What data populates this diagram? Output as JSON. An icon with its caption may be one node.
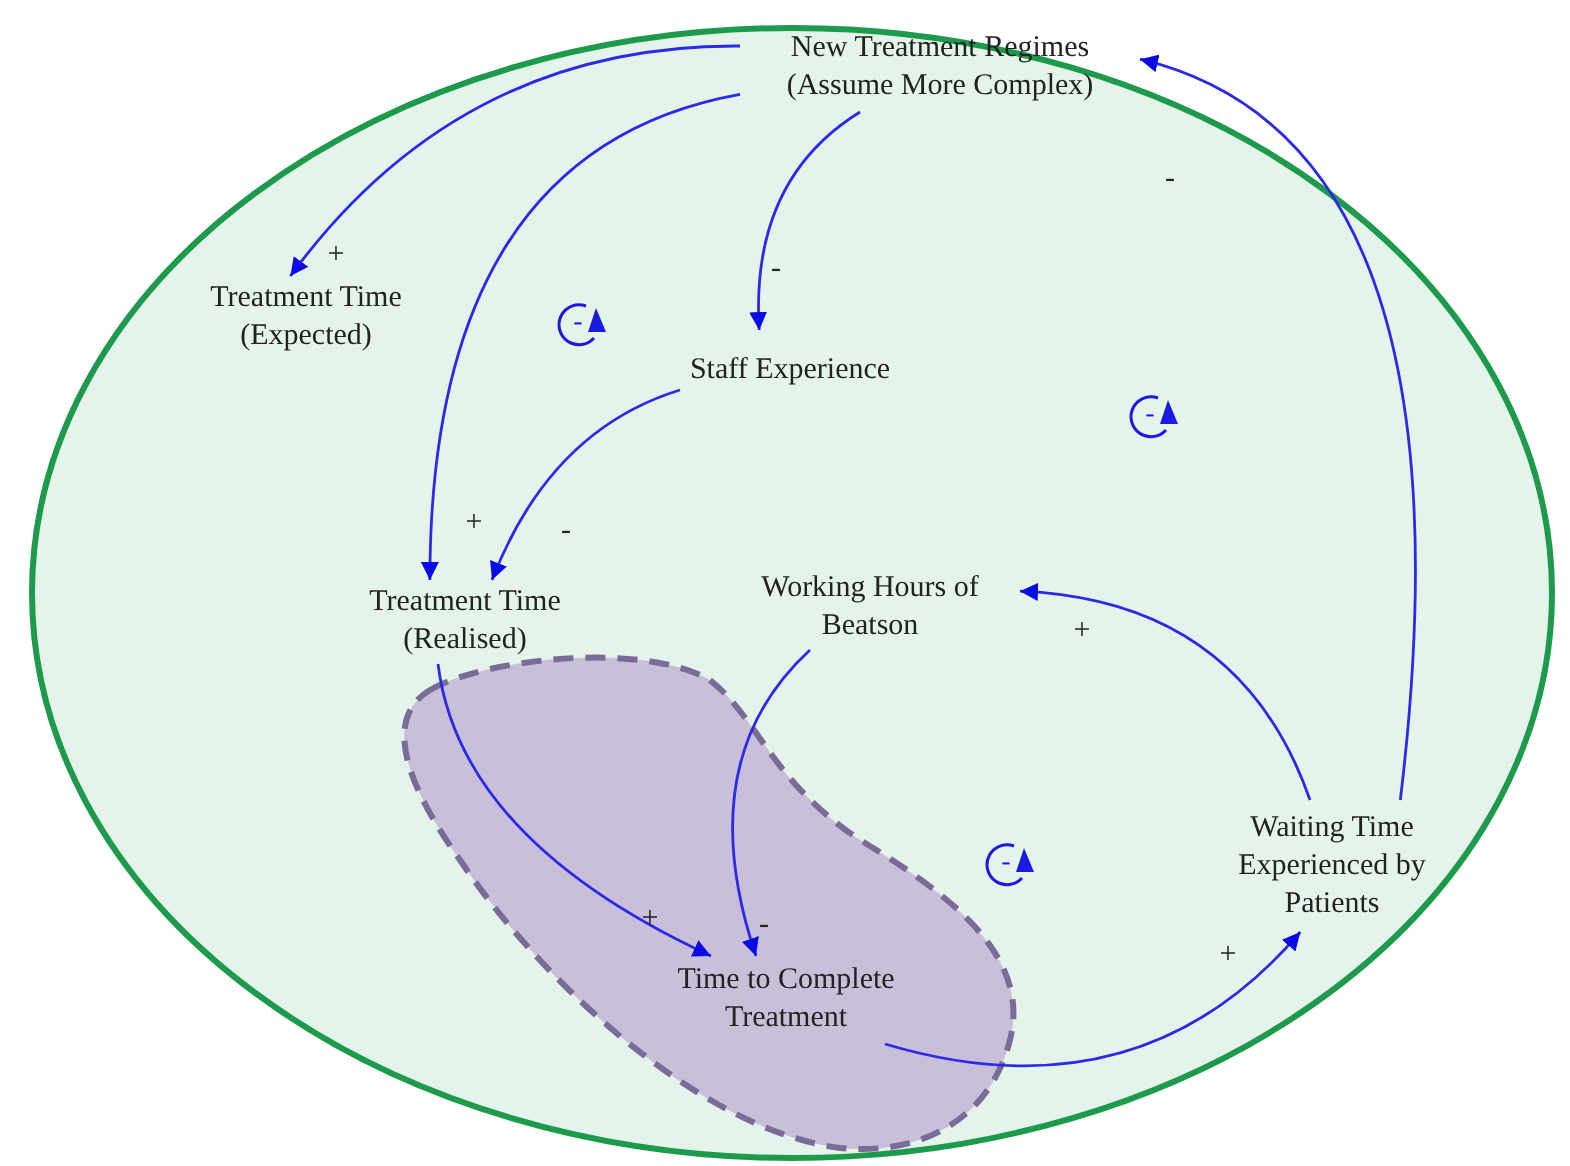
{
  "diagram": {
    "nodes": [
      {
        "text": [],
        "shape": "ellipse"
      },
      {
        "text": [
          "New Treatment Regimes (Assume More Complex)"
        ],
        "in": 0
      },
      {
        "text": [
          "Treatment Time (Expected)"
        ],
        "in": 0
      },
      {
        "text": [
          "Staff Experience"
        ],
        "in": 0
      },
      {
        "text": [
          "Treatment Time (Realised)"
        ],
        "in": 0
      },
      {
        "text": [
          "Working Hours of Beatson"
        ],
        "in": 0
      },
      {
        "text": [],
        "shape": "blob",
        "in": 0
      },
      {
        "text": [
          "Time to Complete Treatment"
        ],
        "in": 6
      },
      {
        "text": [
          "Waiting Time Experienced by Patients"
        ],
        "in": 0
      }
    ],
    "edges": [
      {
        "from": 1,
        "to": 2,
        "arrow": "to",
        "label": "+"
      },
      {
        "from": 1,
        "to": 4,
        "arrow": "to",
        "label": "+"
      },
      {
        "from": 1,
        "to": 3,
        "arrow": "to",
        "label": "-"
      },
      {
        "from": 3,
        "to": 4,
        "arrow": "to",
        "label": "-"
      },
      {
        "from": 4,
        "to": 7,
        "arrow": "to",
        "label": "+"
      },
      {
        "from": 5,
        "to": 7,
        "arrow": "to",
        "label": "-"
      },
      {
        "from": 8,
        "to": 5,
        "arrow": "to",
        "label": "+"
      },
      {
        "from": 7,
        "to": 8,
        "arrow": "to",
        "label": "+"
      },
      {
        "from": 8,
        "to": 1,
        "arrow": "to",
        "label": "-"
      }
    ],
    "labels": [
      "-",
      "-",
      "-"
    ]
  }
}
